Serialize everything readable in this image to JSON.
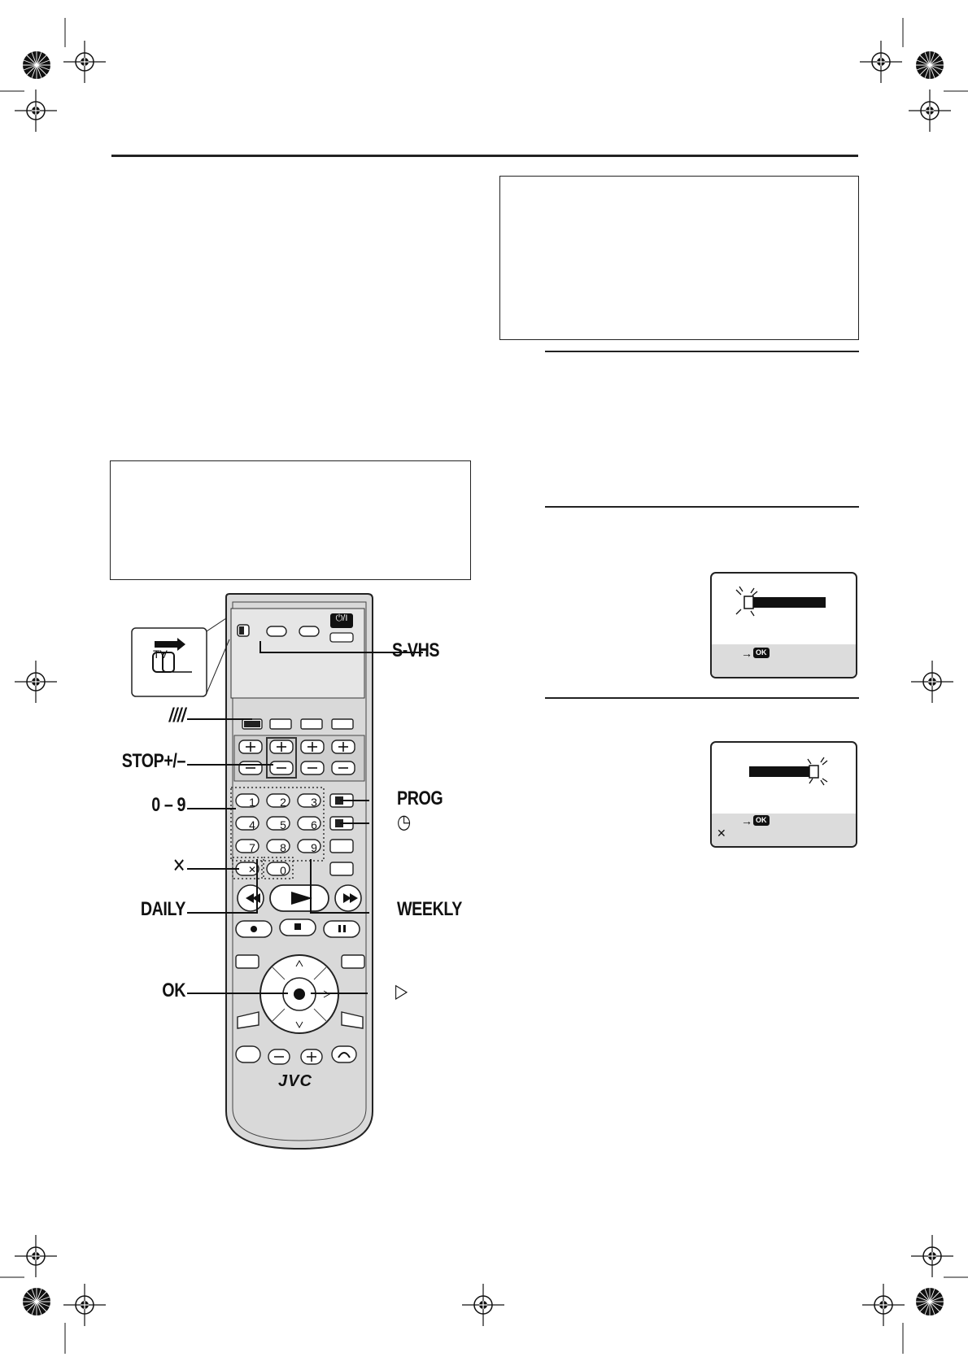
{
  "remote": {
    "brand": "JVC",
    "power_label": "⏻/I",
    "switch_label": "TV",
    "keypad": [
      "1",
      "2",
      "3",
      "4",
      "5",
      "6",
      "7",
      "8",
      "9",
      "0"
    ]
  },
  "callouts": {
    "svhs": "S-VHS",
    "slashes": "////",
    "stop": "STOP+/–",
    "digits": "0 – 9",
    "cancel": "✕",
    "daily": "DAILY",
    "ok": "OK",
    "prog": "PROG",
    "timer": "◷",
    "weekly": "WEEKLY",
    "right_arrow": "▷"
  },
  "screens": {
    "screen1_ok": "OK",
    "screen2_ok": "OK",
    "screen2_cancel": "✕"
  }
}
